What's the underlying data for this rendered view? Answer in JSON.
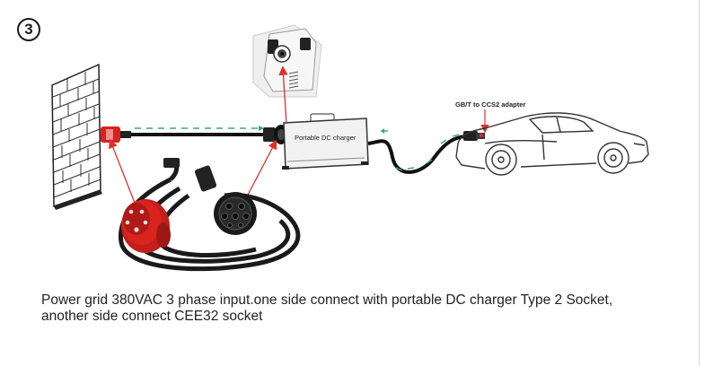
{
  "step": {
    "number": "3"
  },
  "labels": {
    "charger": "Portable DC charger",
    "adapter": "GB/T to CCS2 adapter"
  },
  "caption": {
    "line1": "Power grid 380VAC 3 phase input.one side connect with portable DC charger Type 2 Socket,",
    "line2": "another side connect CEE32 socket"
  },
  "colors": {
    "arrow_red": "#e0302c",
    "flow_green": "#3aa38a",
    "plug_red": "#d8231e"
  },
  "icons": [
    "brick-wall-icon",
    "cee32-plug-icon",
    "type2-plug-icon",
    "charger-box-icon",
    "car-icon",
    "adapter-icon"
  ]
}
